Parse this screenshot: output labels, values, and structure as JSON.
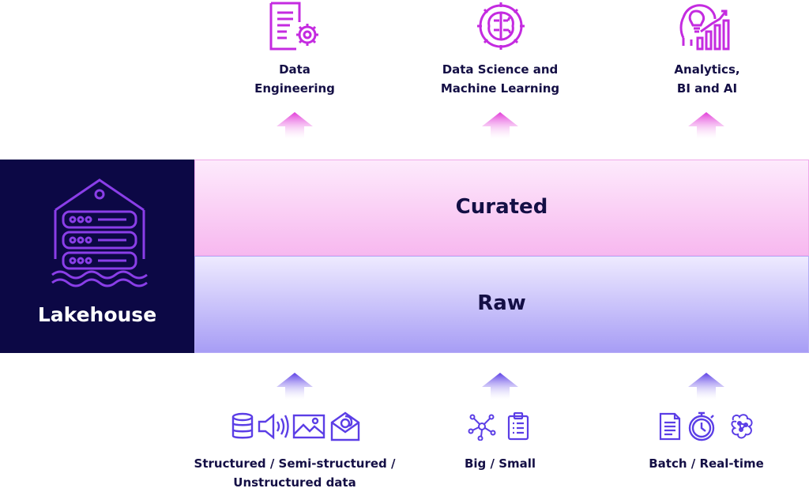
{
  "outputs": [
    {
      "label": "Data\nEngineering"
    },
    {
      "label": "Data Science and\nMachine Learning"
    },
    {
      "label": "Analytics,\nBI and AI"
    }
  ],
  "lakehouse": {
    "label": "Lakehouse"
  },
  "layers": {
    "curated": "Curated",
    "raw": "Raw"
  },
  "inputs": [
    {
      "label": "Structured / Semi-structured /\nUnstructured data"
    },
    {
      "label": "Big / Small"
    },
    {
      "label": "Batch / Real-time"
    }
  ],
  "colors": {
    "navy": "#0c0845",
    "text": "#140f45",
    "magenta": "#c42be0",
    "violet": "#6a46e8",
    "curated_top": "#fdeafc",
    "curated_bottom": "#f7b8ef",
    "raw_top": "#eeeaff",
    "raw_bottom": "#a79df5"
  },
  "icons": {
    "outputs": [
      "document-gear-icon",
      "brain-gear-icon",
      "lightbulb-head-chart-icon"
    ],
    "inputs": [
      "database-icon",
      "speaker-icon",
      "image-icon",
      "email-icon",
      "network-icon",
      "clipboard-icon",
      "document-icon",
      "stopwatch-icon",
      "neural-chip-icon"
    ],
    "lakehouse": "lakehouse-icon"
  }
}
